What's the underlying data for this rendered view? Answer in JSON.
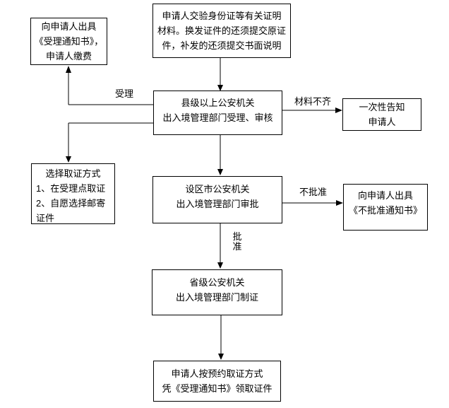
{
  "diagram": {
    "title_semantic": "exit-entry-document-application-flowchart",
    "colors": {
      "background": "#ffffff",
      "line": "#000000",
      "text": "#000000",
      "box_fill": "#ffffff"
    },
    "nodes": {
      "notice": {
        "lines": [
          "向申请人出具",
          "《受理通知书》，",
          "申请人缴费"
        ]
      },
      "submit": {
        "lines": [
          "申请人交验身份证等有关证明",
          "材料。换发证件的还须提交原证",
          "件，补发的还须提交书面说明"
        ]
      },
      "accept": {
        "lines": [
          "县级以上公安机关",
          "出入境管理部门受理、审核"
        ]
      },
      "inform": {
        "lines": [
          "一次性告知",
          "申请人"
        ]
      },
      "choose": {
        "lines": [
          "选择取证方式",
          "1、在受理点取证",
          "2、自愿选择邮寄",
          "证件"
        ]
      },
      "approve": {
        "lines": [
          "设区市公安机关",
          "出入境管理部门审批"
        ]
      },
      "reject": {
        "lines": [
          "向申请人出具",
          "《不批准通知书》"
        ]
      },
      "produce": {
        "lines": [
          "省级公安机关",
          "出入境管理部门制证"
        ]
      },
      "receive": {
        "lines": [
          "申请人按预约取证方式",
          "凭《受理通知书》领取证件"
        ]
      }
    },
    "edge_labels": {
      "accepted": "受理",
      "materials_incomplete": "材料不齐",
      "not_approved": "不批准",
      "approved": "批准"
    }
  }
}
